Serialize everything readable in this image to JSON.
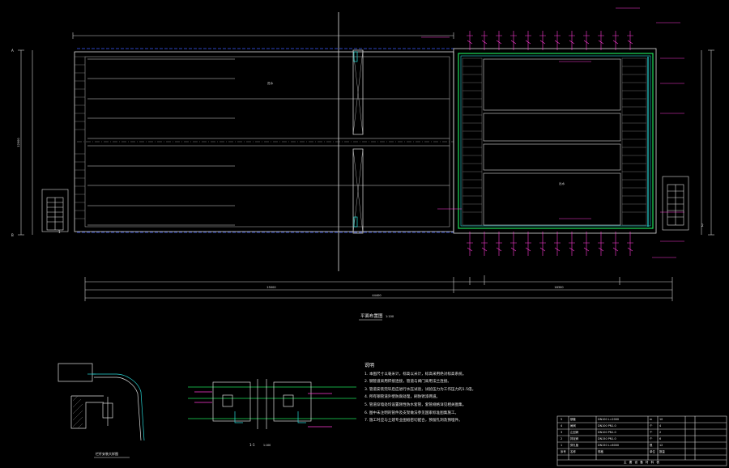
{
  "drawing": {
    "plan_title": "平面布置图",
    "plan_scale": "1:100",
    "section_title": "1-1",
    "section_scale": "1:100",
    "detail_title": "栏杆安装大样图",
    "label_in_left": "进水",
    "label_out_right": "出水",
    "dim_total": "44400",
    "dim_left": "25000",
    "dim_right": "18300",
    "dim_height": "12000",
    "axis_a": "A",
    "axis_b": "B",
    "axis_1": "1",
    "axis_2": "2"
  },
  "notes": {
    "title": "说明",
    "items": [
      "1. 本图尺寸以毫米计，标高以米计，标高采用绝对标高系统。",
      "2. 钢管道采用焊接连接，管道与阀门采用法兰连接。",
      "3. 管道安装完毕后应进行水压试验，试验压力为工作压力的1.5倍。",
      "4. 所有钢管道外壁防腐处理，刷防锈漆两道。",
      "5. 管道穿墙处均设置刚性防水套管，套管规格详见相关图集。",
      "6. 图中未注明的管件及支架做法参见国家标准图集施工。",
      "7. 施工时应与土建专业图纸密切配合，预留孔洞及预埋件。"
    ]
  },
  "title_block": {
    "rows": [
      [
        "5",
        "钢管",
        "DN100  L=2000",
        "m",
        "10"
      ],
      [
        "4",
        "闸阀",
        "DN100  PN1.0",
        "个",
        "4"
      ],
      [
        "3",
        "止回阀",
        "DN100  PN1.0",
        "个",
        "2"
      ],
      [
        "2",
        "排泥阀",
        "DN150  PN1.0",
        "个",
        "6"
      ],
      [
        "1",
        "穿孔管",
        "DN150  L=6000",
        "根",
        "12"
      ],
      [
        "序号",
        "名称",
        "规格",
        "单位",
        "数量"
      ]
    ],
    "footer": "主 要 设 备 材 料 表"
  }
}
